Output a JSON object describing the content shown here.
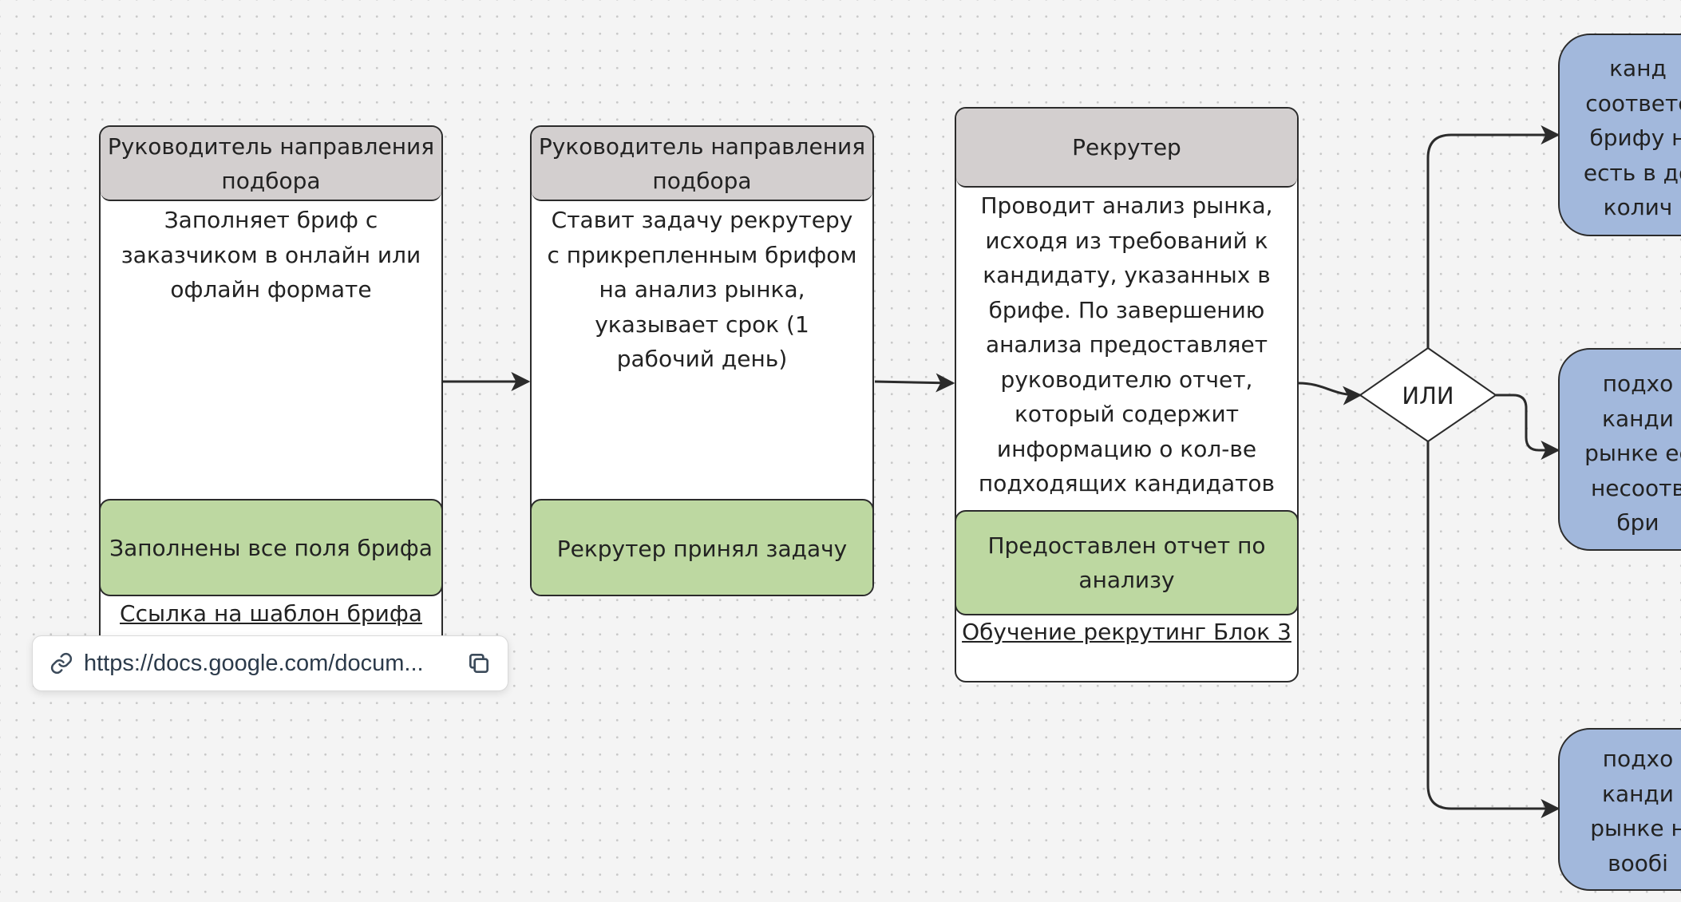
{
  "cards": [
    {
      "role": "Руководитель направления подбора",
      "description": "Заполняет бриф с заказчиком в онлайн или офлайн формате",
      "result": "Заполнены все поля брифа",
      "link_text": "Ссылка на шаблон брифа"
    },
    {
      "role": "Руководитель направления подбора",
      "description": "Ставит задачу рекрутеру с прикрепленным брифом на анализ рынка, указывает срок (1 рабочий день)",
      "result": "Рекрутер принял задачу"
    },
    {
      "role": "Рекрутер",
      "description": "Проводит анализ рынка, исходя из требований к кандидату, указанных в брифе. По завершению анализа предоставляет руководителю отчет, который содержит информацию о кол-ве подходящих кандидатов",
      "result": "Предоставлен отчет по анализу",
      "link_text": "Обучение рекрутинг Блок 3"
    }
  ],
  "decision": {
    "label": "ИЛИ"
  },
  "outcomes": [
    {
      "lines": [
        "канд",
        "соответс",
        "брифу н",
        "есть в до",
        "колич"
      ]
    },
    {
      "lines": [
        "подхо",
        "канди",
        "рынке ес",
        "несоотв",
        "бри"
      ]
    },
    {
      "lines": [
        "подхо",
        "канди",
        "рынке н",
        "вообі"
      ]
    }
  ],
  "tooltip": {
    "url": "https://docs.google.com/docum...",
    "link_icon": "link-icon",
    "copy_icon": "copy-icon"
  },
  "colors": {
    "header": "#d3cfcf",
    "result": "#bdd8a1",
    "outcome": "#a2b8dc",
    "stroke": "#2b2b2b",
    "canvas": "#f4f4f4"
  }
}
